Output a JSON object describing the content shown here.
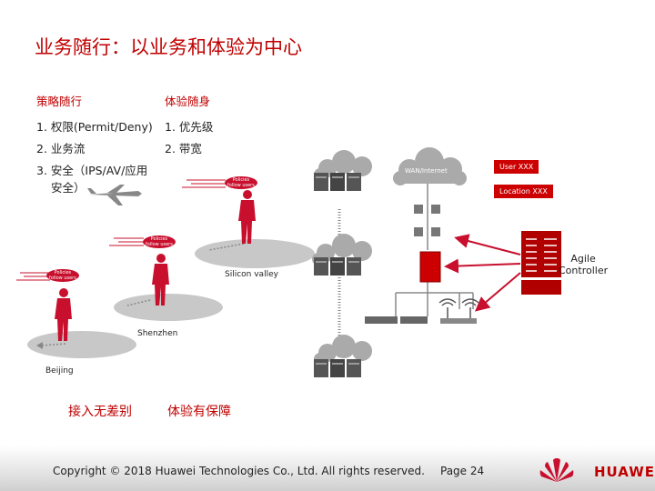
{
  "title": "业务随行：以业务和体验为中心",
  "left_col": {
    "heading": "策略随行",
    "items": [
      "1. 权限(Permit/Deny)",
      "2. 业务流",
      "3. 安全（IPS/AV/应用",
      "安全）"
    ]
  },
  "right_col": {
    "heading": "体验随身",
    "items": [
      "1. 优先级",
      "2. 带宽"
    ]
  },
  "bottom_labels": {
    "left": "接入无差别",
    "right": "体验有保障"
  },
  "diagram": {
    "locations": {
      "silicon_valley": "Silicon valley",
      "shenzhen": "Shenzhen",
      "beijing": "Beijing"
    },
    "wan_label": "WAN/Internet",
    "user_box": "User XXX",
    "location_box": "Location XXX",
    "controller_label": "Agile\nController",
    "policy_tag": "Policies\nfollow users"
  },
  "footer": {
    "copyright": "Copyright © 2018 Huawei Technologies Co., Ltd. All rights reserved.",
    "page": "Page 24",
    "brand": "HUAWEI"
  },
  "colors": {
    "accent": "#c00000",
    "gray": "#888888"
  }
}
